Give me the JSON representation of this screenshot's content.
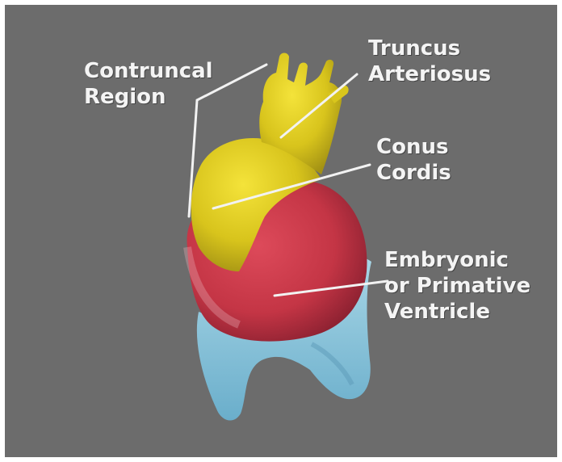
{
  "labels": {
    "contruncal": [
      "Contruncal",
      "Region"
    ],
    "truncus": [
      "Truncus",
      "Arteriosus"
    ],
    "conus": [
      "Conus",
      "Cordis"
    ],
    "ventricle": [
      "Embryonic",
      "or Primative",
      "Ventricle"
    ]
  },
  "colors": {
    "background": "#6c6c6c",
    "truncus": "#e6d21e",
    "conus": "#d8c61a",
    "ventricle": "#c93a4a",
    "atrium": "#8cc6dc",
    "leader_line": "#f2f2f2"
  }
}
